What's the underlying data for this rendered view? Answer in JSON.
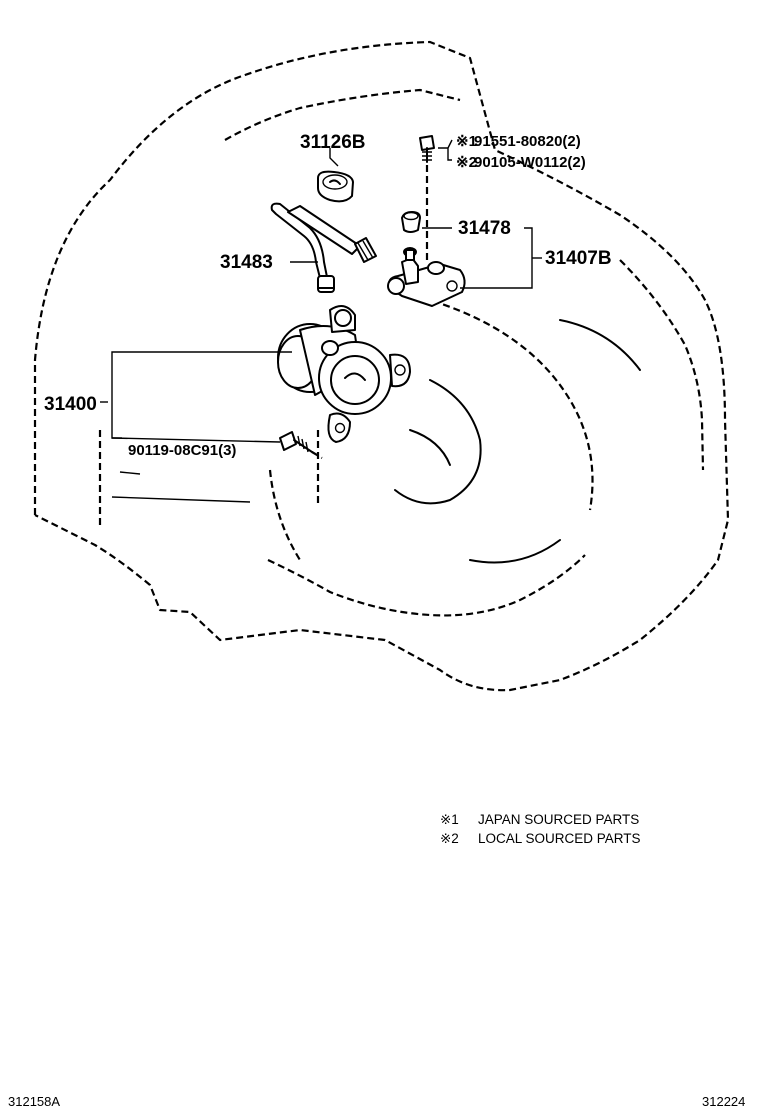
{
  "parts": {
    "p31126b": "31126B",
    "p31483": "31483",
    "p31478": "31478",
    "p31407b": "31407B",
    "p31400": "31400",
    "bolt_90119": "90119-08C91(3)",
    "bolt_91551": "91551-80820(2)",
    "bolt_90105": "90105-W0112(2)",
    "mark1": "※1",
    "mark2": "※2"
  },
  "legend": {
    "mark1": "※1",
    "text1": "JAPAN SOURCED PARTS",
    "mark2": "※2",
    "text2": "LOCAL SOURCED PARTS"
  },
  "footer": {
    "left_code": "312158A",
    "right_code": "312224"
  }
}
